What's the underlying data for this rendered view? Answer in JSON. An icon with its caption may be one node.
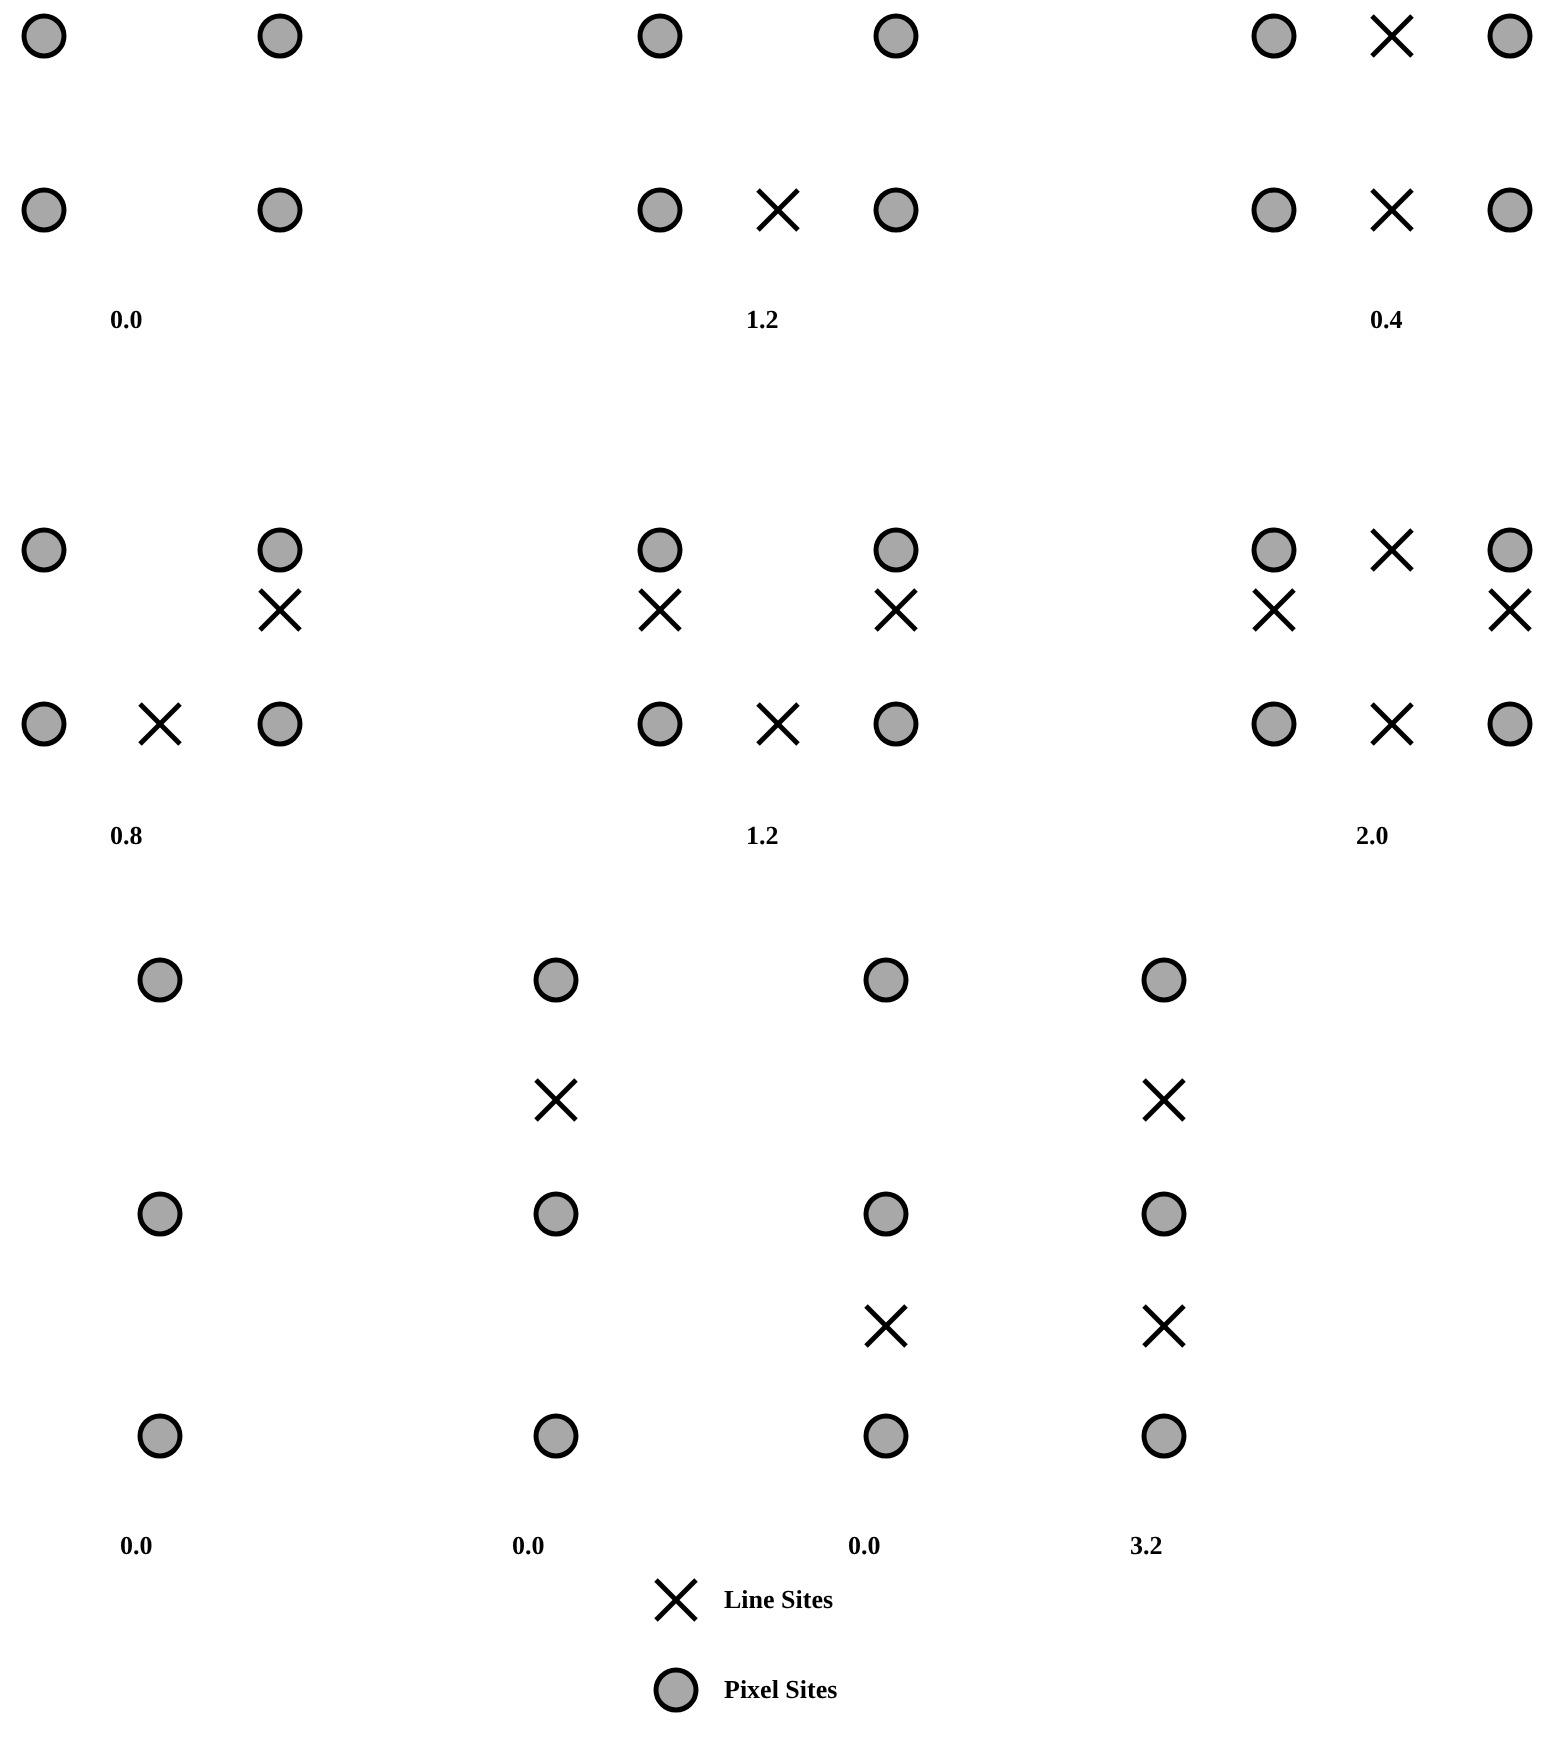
{
  "diagram": {
    "labels": [
      "0.0",
      "1.2",
      "0.4",
      "0.8",
      "1.2",
      "2.0",
      "0.0",
      "0.0",
      "0.0",
      "3.2"
    ],
    "legend": [
      {
        "text": "Line Sites"
      },
      {
        "text": "Pixel Sites"
      }
    ]
  }
}
